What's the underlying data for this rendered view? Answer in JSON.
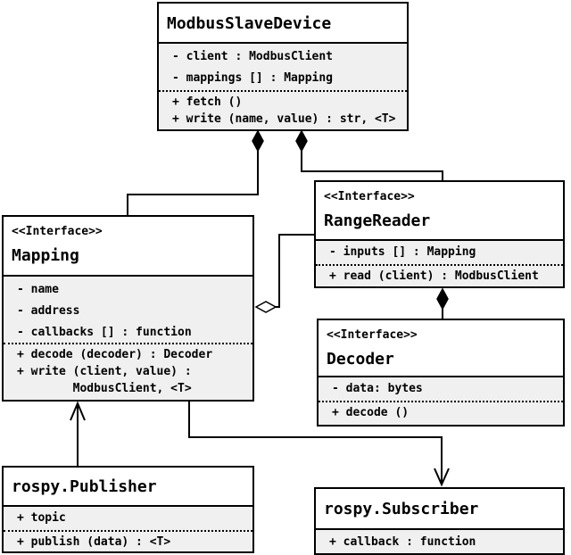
{
  "colors": {
    "background": "#ffffff",
    "box_border": "#000000",
    "compartment_bg": "#f0f0f0",
    "text": "#000000"
  },
  "classes": {
    "modbus_slave_device": {
      "name": "ModbusSlaveDevice",
      "attributes": [
        "- client : ModbusClient",
        "- mappings [] : Mapping"
      ],
      "methods": [
        "+ fetch ()",
        "+ write (name, value) : str, <T>"
      ]
    },
    "mapping": {
      "stereotype": "<<Interface>>",
      "name": "Mapping",
      "attributes": [
        "- name",
        "- address",
        "- callbacks [] : function"
      ],
      "methods": [
        "+ decode (decoder) : Decoder",
        "+ write (client, value) :",
        "        ModbusClient, <T>"
      ]
    },
    "range_reader": {
      "stereotype": "<<Interface>>",
      "name": "RangeReader",
      "attributes": [
        "- inputs [] : Mapping"
      ],
      "methods": [
        "+ read (client) : ModbusClient"
      ]
    },
    "decoder": {
      "stereotype": "<<Interface>>",
      "name": "Decoder",
      "attributes": [
        "- data: bytes"
      ],
      "methods": [
        "+ decode ()"
      ]
    },
    "rospy_publisher": {
      "name": "rospy.Publisher",
      "attributes": [
        "+ topic"
      ],
      "methods": [
        "+ publish (data) : <T>"
      ]
    },
    "rospy_subscriber": {
      "name": "rospy.Subscriber",
      "methods": [
        "+ callback : function"
      ]
    }
  },
  "relations": [
    {
      "from": "ModbusSlaveDevice",
      "to": "Mapping",
      "type": "composition",
      "diamond": "filled",
      "diamond_at": "ModbusSlaveDevice"
    },
    {
      "from": "ModbusSlaveDevice",
      "to": "RangeReader",
      "type": "composition",
      "diamond": "filled",
      "diamond_at": "ModbusSlaveDevice"
    },
    {
      "from": "RangeReader",
      "to": "Mapping",
      "type": "aggregation",
      "diamond": "hollow",
      "diamond_at": "Mapping"
    },
    {
      "from": "RangeReader",
      "to": "Decoder",
      "type": "composition",
      "diamond": "filled",
      "diamond_at": "RangeReader"
    },
    {
      "from": "rospy.Publisher",
      "to": "Mapping",
      "type": "directed-association",
      "arrow_at": "Mapping"
    },
    {
      "from": "Mapping",
      "to": "rospy.Subscriber",
      "type": "directed-association",
      "arrow_at": "rospy.Subscriber"
    }
  ]
}
